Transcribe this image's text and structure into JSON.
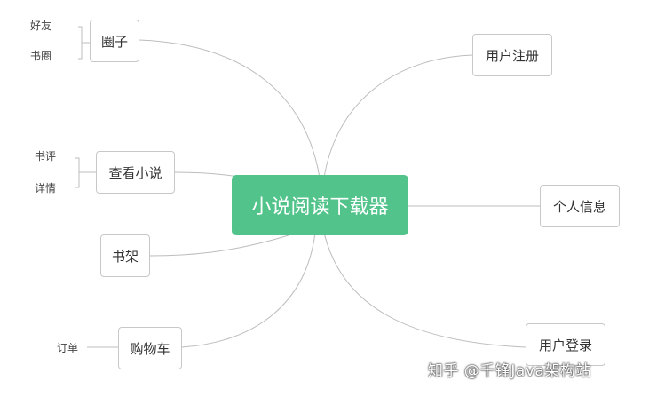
{
  "colors": {
    "root_fill": "#52c48b",
    "connector": "#bdbdbd",
    "node_border": "#c8c8c8"
  },
  "root": {
    "label": "小说阅读下载器"
  },
  "branches": {
    "circle": {
      "label": "圈子",
      "children": [
        "好友",
        "书圈"
      ]
    },
    "view_novel": {
      "label": "查看小说",
      "children": [
        "书评",
        "详情"
      ]
    },
    "bookshelf": {
      "label": "书架"
    },
    "cart": {
      "label": "购物车",
      "children": [
        "订单"
      ]
    },
    "register": {
      "label": "用户注册"
    },
    "profile": {
      "label": "个人信息"
    },
    "login": {
      "label": "用户登录"
    }
  },
  "watermark": {
    "text": "知乎 @千锋Java架构站"
  }
}
